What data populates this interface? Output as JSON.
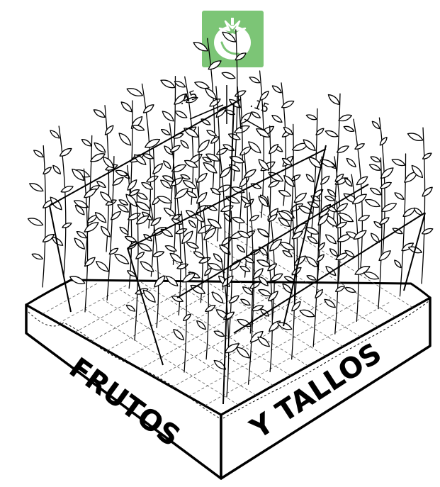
{
  "badge": {
    "icon": "tomato-icon",
    "color": "#7cc576"
  },
  "dimensions": {
    "left": ".45",
    "right": ".15"
  },
  "bed": {
    "label_left": "FRUTOS",
    "label_right": "Y TALLOS"
  }
}
